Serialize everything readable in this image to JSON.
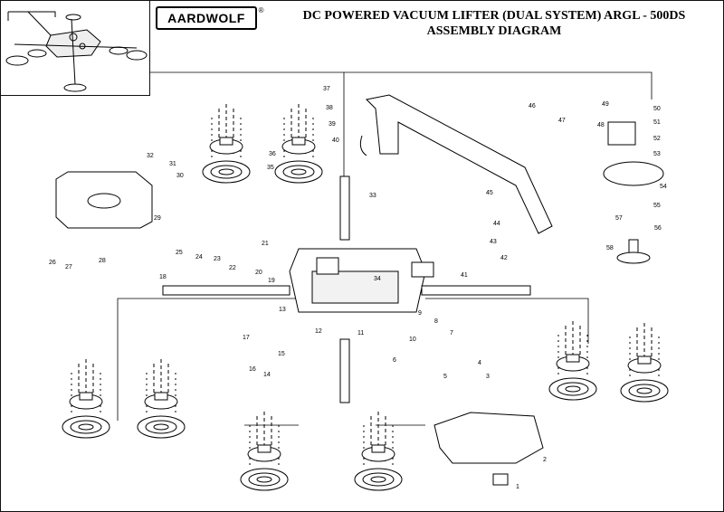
{
  "header": {
    "logo_text": "AARDWOLF",
    "logo_mark": "®",
    "title_line1": "DC POWERED VACUUM LIFTER (DUAL SYSTEM) ARGL - 500DS",
    "title_line2": "ASSEMBLY DIAGRAM"
  },
  "part_numbers": [
    "1",
    "2",
    "3",
    "4",
    "5",
    "6",
    "7",
    "8",
    "9",
    "10",
    "11",
    "12",
    "13",
    "14",
    "15",
    "16",
    "17",
    "18",
    "19",
    "20",
    "21",
    "22",
    "23",
    "24",
    "25",
    "26",
    "27",
    "28",
    "29",
    "30",
    "31",
    "32",
    "33",
    "34",
    "35",
    "36",
    "37",
    "38",
    "39",
    "40",
    "41",
    "42",
    "43",
    "44",
    "45",
    "46",
    "47",
    "48",
    "49",
    "50",
    "51",
    "52",
    "53",
    "54",
    "55",
    "56",
    "57",
    "58"
  ],
  "colors": {
    "ink": "#000000",
    "paper": "#ffffff"
  }
}
